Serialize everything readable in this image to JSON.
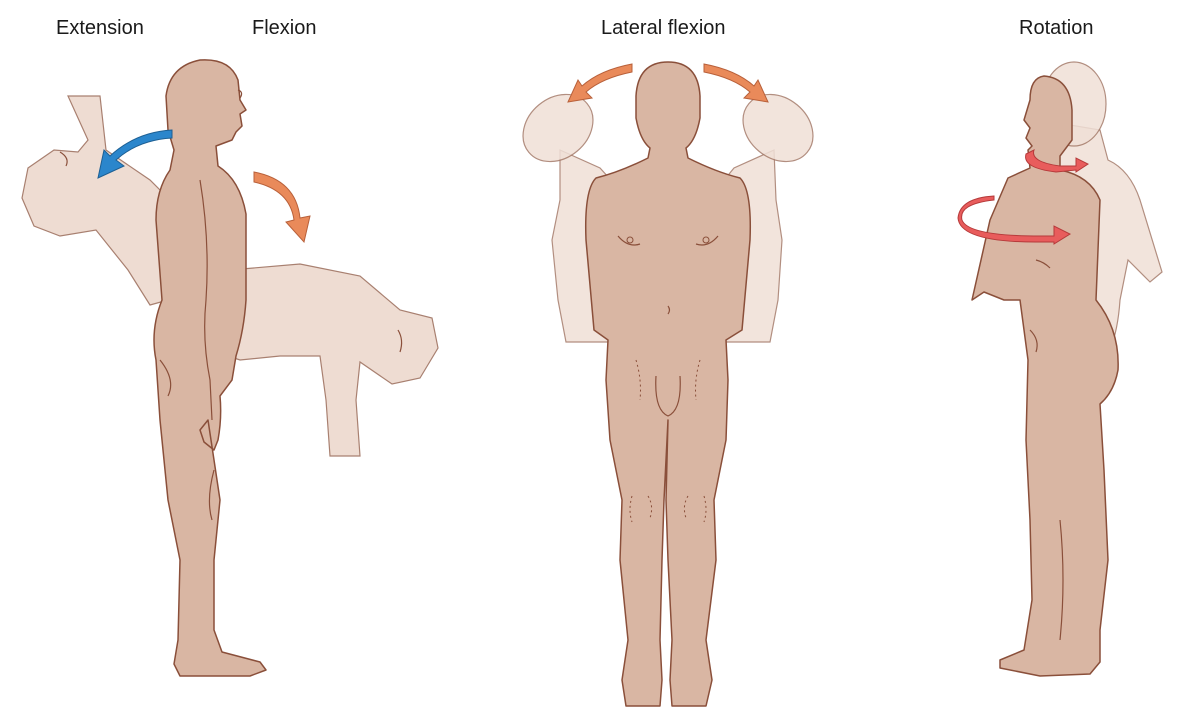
{
  "labels": {
    "extension": "Extension",
    "flexion": "Flexion",
    "lateral_flexion": "Lateral flexion",
    "rotation": "Rotation"
  },
  "colors": {
    "skin": "#d9b6a3",
    "skin_outline": "#8a4f3a",
    "ghost": "#ecd7cb",
    "extension_arrow": "#2b86cc",
    "flexion_arrow": "#e98a5a",
    "rotation_arrow": "#e85c5c"
  },
  "icons": {
    "extension_arrow": "curved-arrow-left-icon",
    "flexion_arrow": "curved-arrow-down-icon",
    "lateral_arrows": "curved-arrow-pair-icon",
    "rotation_arrows": "circular-arrow-icon"
  }
}
